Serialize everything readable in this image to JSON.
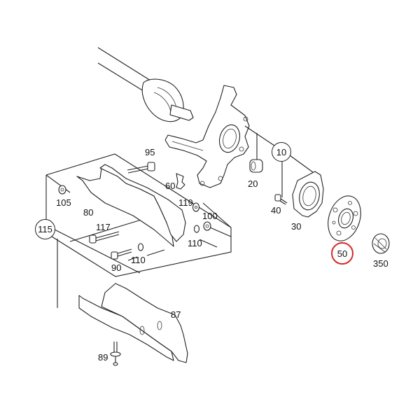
{
  "diagram": {
    "type": "exploded parts diagram",
    "subject": "rear axle - drive shaft, steering knuckle, wheel hub and underbody panels",
    "highlight_color": "#d42a2a",
    "selected_part": "50"
  },
  "callouts": {
    "c10": "10",
    "c115": "115",
    "c50": "50"
  },
  "labels": {
    "p20": "20",
    "p30": "30",
    "p40": "40",
    "p60": "60",
    "p80": "80",
    "p87": "87",
    "p89": "89",
    "p90": "90",
    "p95": "95",
    "p100": "100",
    "p105": "105",
    "p110a": "110",
    "p110b": "110",
    "p117": "117",
    "p119": "119",
    "p350": "350"
  }
}
